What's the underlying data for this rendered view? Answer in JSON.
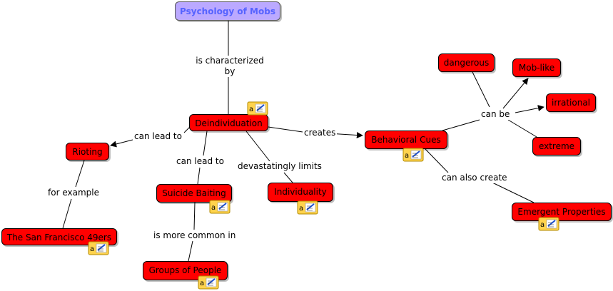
{
  "root": {
    "label": "Psychology of Mobs",
    "color": "#bba9ff",
    "text_color": "#5563ff"
  },
  "concepts": {
    "deindividuation": "Deindividuation",
    "rioting": "Rioting",
    "sf49ers": "The San Francisco 49ers",
    "suicide": "Suicide Baiting",
    "groups": "Groups of People",
    "individuality": "Individuality",
    "behavioral": "Behavioral Cues",
    "dangerous": "dangerous",
    "moblike": "Mob-like",
    "irrational": "irrational",
    "extreme": "extreme",
    "emergent": "Emergent Properties"
  },
  "links": {
    "characterized": "is characterized\nby",
    "canlead1": "can lead to",
    "canlead2": "can lead to",
    "forexample": "for example",
    "morecommon": "is more common in",
    "devastating": "devastatingly limits",
    "creates": "creates",
    "canbe": "can be",
    "alsocreate": "can also create"
  },
  "colors": {
    "concept": "#ff0000",
    "note": "#ffd34d"
  }
}
